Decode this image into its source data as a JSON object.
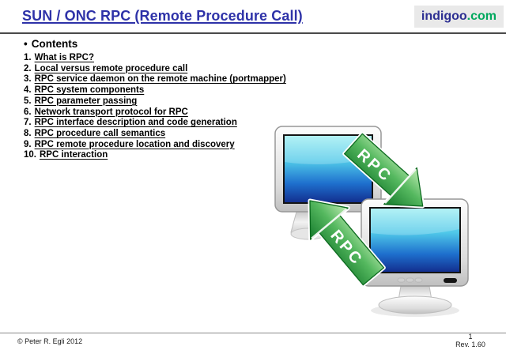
{
  "header": {
    "title": "SUN / ONC RPC (Remote Procedure Call)",
    "logo": {
      "name": "indigoo",
      "tld": ".com"
    }
  },
  "contents": {
    "bullet": "•",
    "heading": "Contents",
    "items": [
      {
        "num": "1.",
        "label": "What is RPC?"
      },
      {
        "num": "2.",
        "label": "Local versus remote procedure call"
      },
      {
        "num": "3.",
        "label": "RPC service daemon on the remote machine (portmapper)"
      },
      {
        "num": "4.",
        "label": "RPC system components"
      },
      {
        "num": "5.",
        "label": "RPC parameter passing"
      },
      {
        "num": "6.",
        "label": "Network transport protocol for RPC"
      },
      {
        "num": "7.",
        "label": "RPC interface description and code generation"
      },
      {
        "num": "8.",
        "label": "RPC procedure call semantics"
      },
      {
        "num": "9.",
        "label": "RPC remote procedure location and discovery"
      },
      {
        "num": "10.",
        "label": "RPC interaction"
      }
    ]
  },
  "illustration": {
    "arrow_down_label": "RPC",
    "arrow_up_label": "RPC"
  },
  "footer": {
    "copyright": "© Peter R. Egli 2012",
    "page_number": "1",
    "revision": "Rev. 1.60"
  },
  "colors": {
    "title_blue": "#2e32a8",
    "logo_name_navy": "#2d2f92",
    "logo_tld_green": "#00a85d",
    "logo_background": "#e9e9e9",
    "rule_dark": "#4a4a4a",
    "rule_light": "#8a8a8a",
    "arrow_green_light": "#bdeab0",
    "arrow_green_dark": "#157a2c",
    "screen_cyan_top": "#9deef2",
    "screen_navy_bottom": "#132f8f",
    "bezel_silver": "#c9c9c9"
  }
}
